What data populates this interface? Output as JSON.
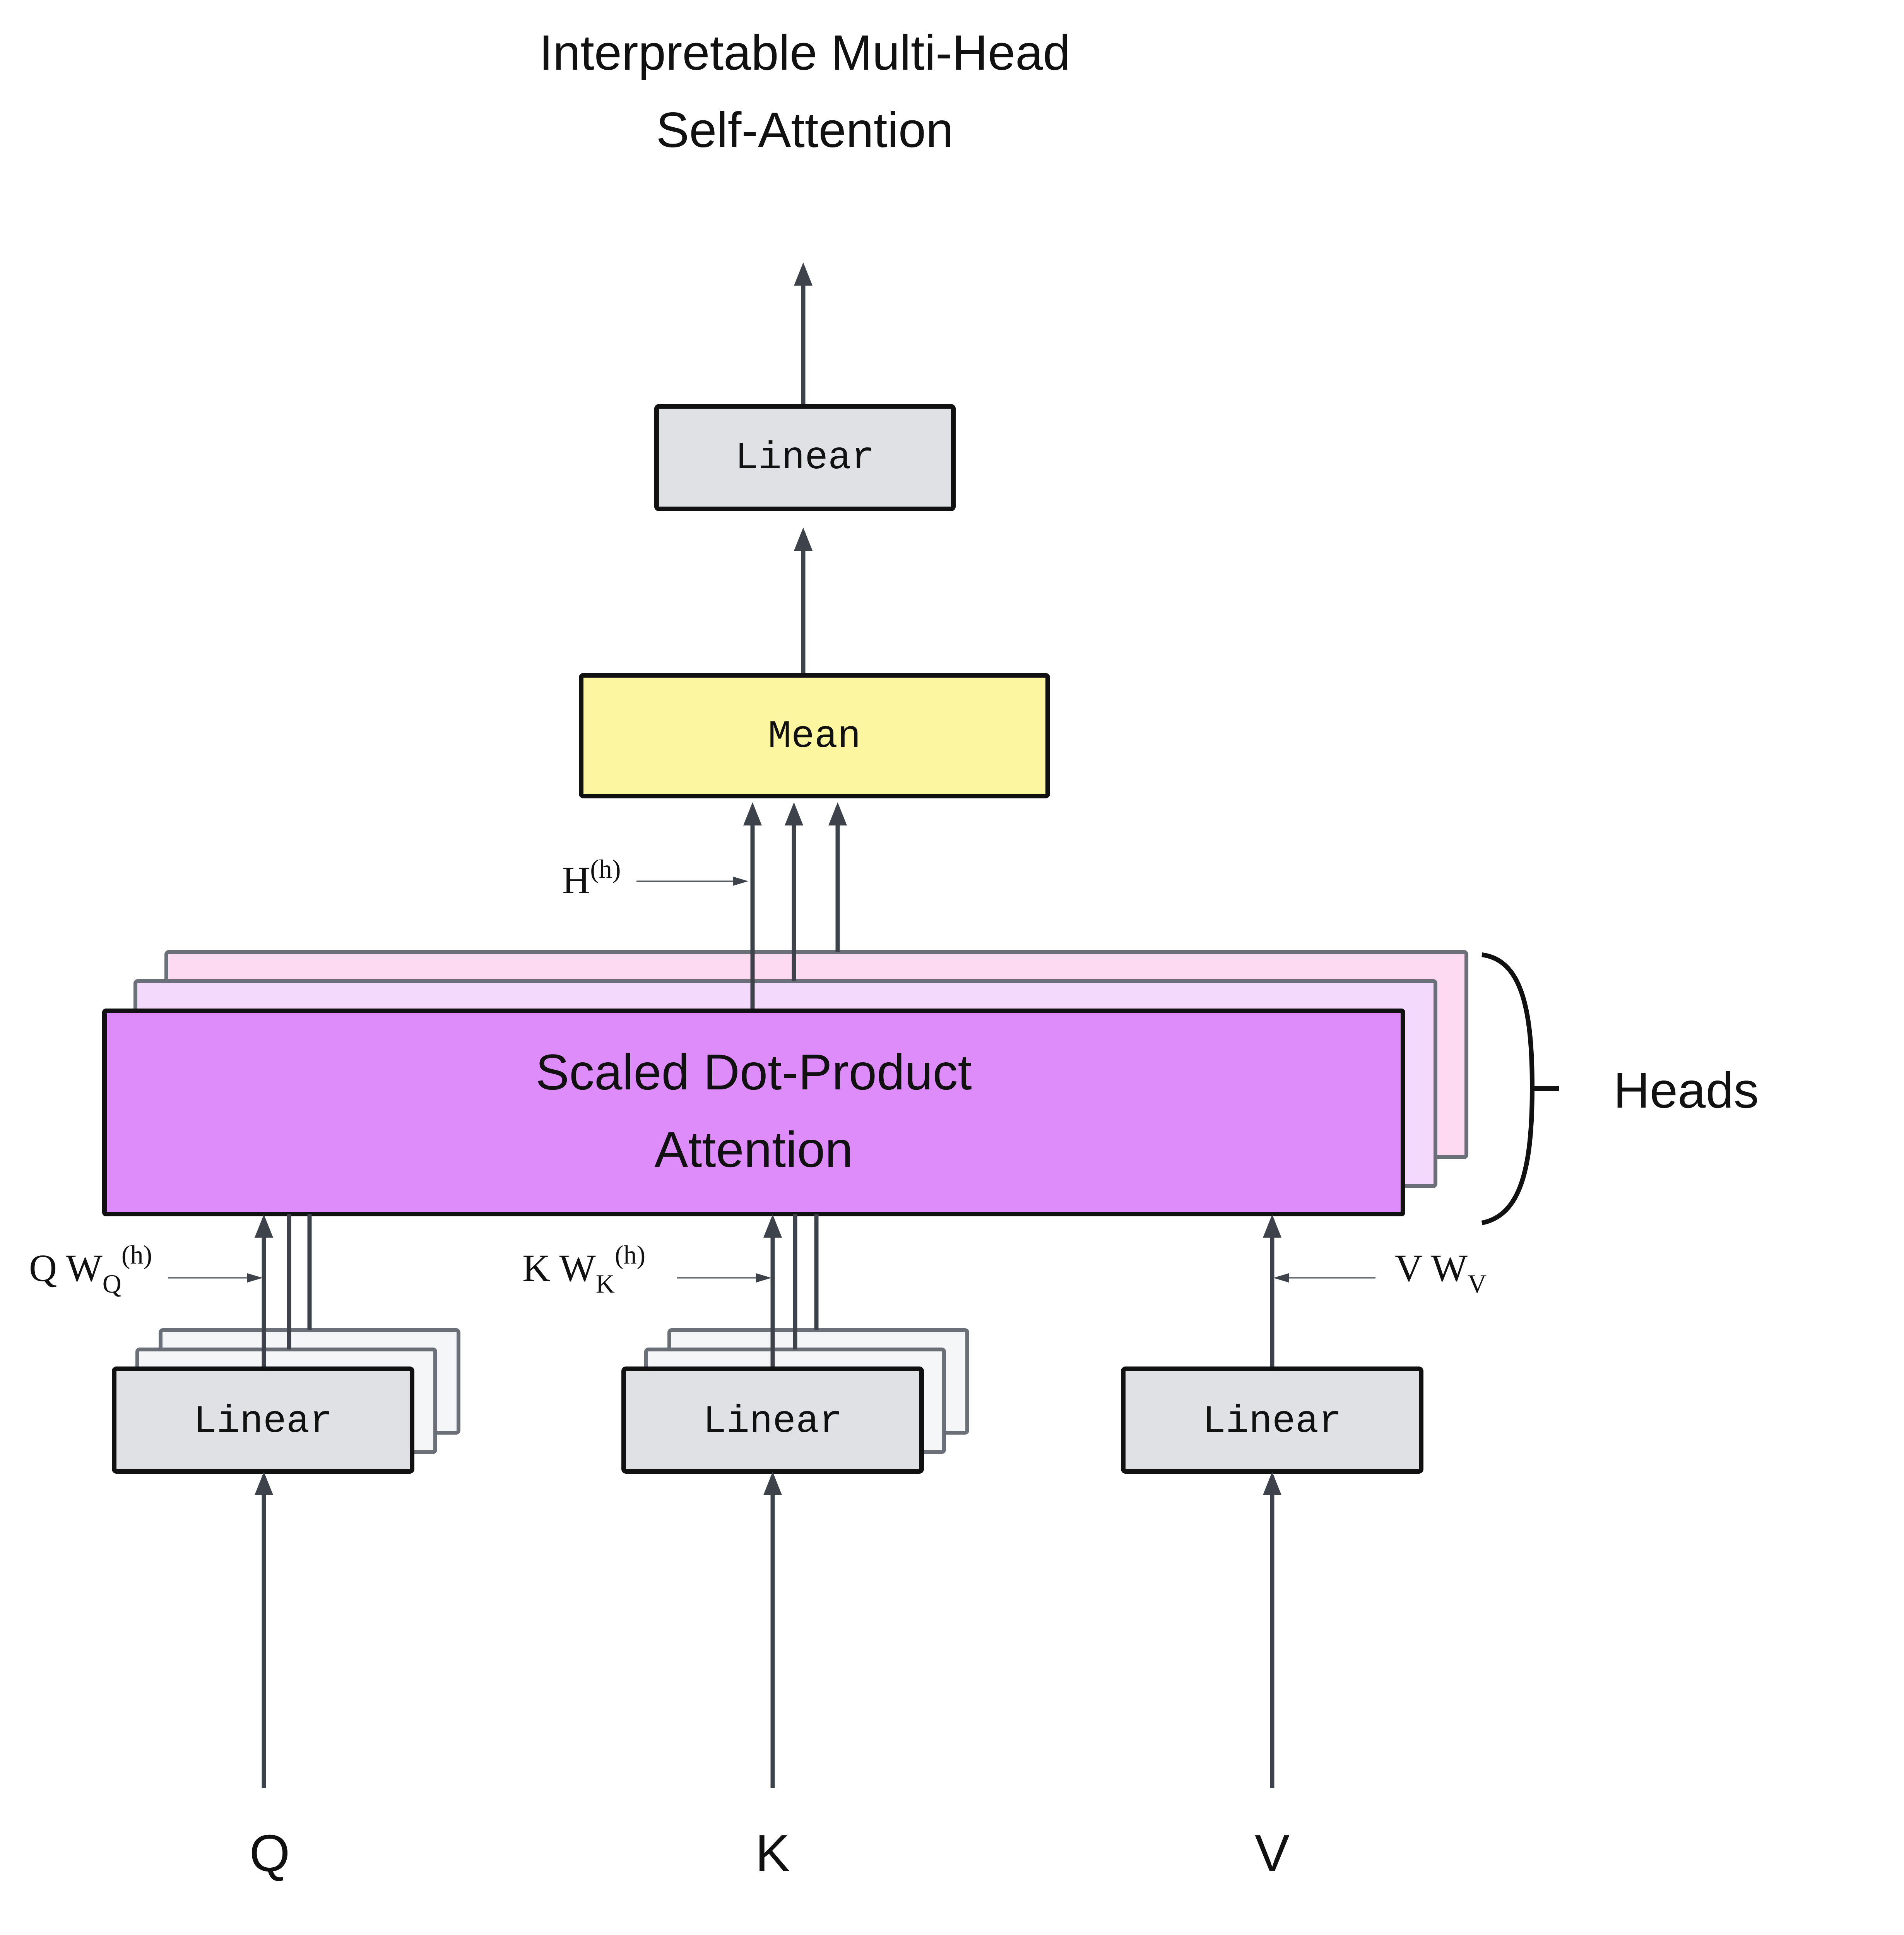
{
  "title": {
    "line1": "Interpretable Multi-Head",
    "line2": "Self-Attention"
  },
  "top_linear": {
    "label": "Linear"
  },
  "mean_block": {
    "label": "Mean"
  },
  "attention_block": {
    "line1": "Scaled Dot-Product",
    "line2": "Attention"
  },
  "heads_label": "Heads",
  "head_output_label": {
    "base": "H",
    "sup": "(h)"
  },
  "q_projection_label": {
    "base": "Q W",
    "sub": "Q",
    "sup": "(h)"
  },
  "k_projection_label": {
    "base": "K W",
    "sub": "K",
    "sup": "(h)"
  },
  "v_projection_label": {
    "base": "V W",
    "sub": "V"
  },
  "input_linears": [
    "Linear",
    "Linear",
    "Linear"
  ],
  "inputs": [
    "Q",
    "K",
    "V"
  ],
  "colors": {
    "linear_fill": "#dfe1e5",
    "mean_fill": "#fdf6a0",
    "attention_fill": "#df8cfb",
    "attention_back_1": "#f3d9fc",
    "attention_back_2": "#fddaf1",
    "stack_back_fill": "#f5f6f7",
    "arrow": "#3e434b"
  }
}
